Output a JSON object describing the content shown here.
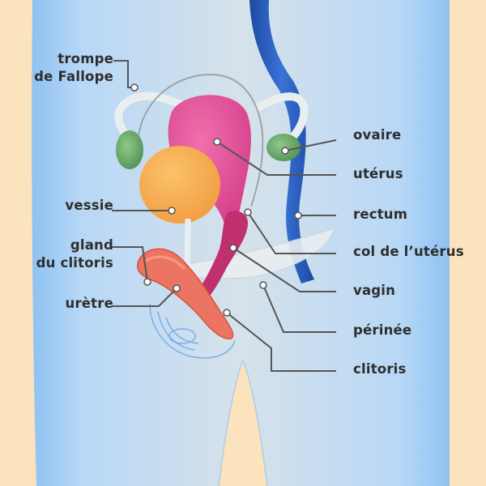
{
  "colors": {
    "background": "#fbe3bd",
    "body": "#b7d8f7",
    "leader_line": "#555555",
    "uterus": "#e4559c",
    "bladder": "#f7b157",
    "ovary": "#6aa86a",
    "rectum": "#2459b8",
    "clitoris": "#ec7462"
  },
  "labels_left": [
    {
      "id": "fallopian",
      "line1": "trompe",
      "line2": "de Fallope"
    },
    {
      "id": "bladder",
      "line1": "vessie"
    },
    {
      "id": "glans",
      "line1": "gland",
      "line2": "du clitoris"
    },
    {
      "id": "urethra",
      "line1": "urètre"
    }
  ],
  "labels_right": [
    {
      "id": "ovary",
      "text": "ovaire"
    },
    {
      "id": "uterus",
      "text": "utérus"
    },
    {
      "id": "rectum",
      "text": "rectum"
    },
    {
      "id": "cervix",
      "text": "col de l’utérus"
    },
    {
      "id": "vagina",
      "text": "vagin"
    },
    {
      "id": "perineum",
      "text": "périnée"
    },
    {
      "id": "clitoris",
      "text": "clitoris"
    }
  ]
}
